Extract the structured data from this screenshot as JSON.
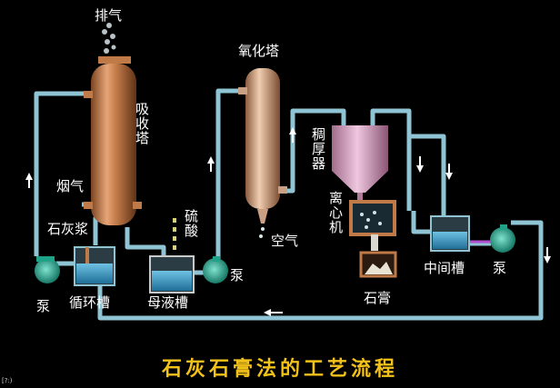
{
  "labels": {
    "exhaust": "排气",
    "absorber": "吸收塔",
    "flue_gas": "烟气",
    "limestone_slurry": "石灰浆",
    "pump_left": "泵",
    "circulation_tank": "循环槽",
    "sulfuric_acid": "硫酸",
    "mother_liquor_tank": "母液槽",
    "pump_mid": "泵",
    "oxidation_tower": "氧化塔",
    "air": "空气",
    "thickener": "稠厚器",
    "centrifuge": "离心机",
    "gypsum": "石膏",
    "intermediate_tank": "中间槽",
    "pump_right": "泵"
  },
  "caption": "石灰石膏法的工艺流程",
  "corner_mark": "[?:)",
  "colors": {
    "pipe": "#8fc4d4",
    "tower": "#c07a47",
    "pump": "#1ea389",
    "tank_liquid": "#3aa0c8",
    "caption": "#f2c21a"
  }
}
